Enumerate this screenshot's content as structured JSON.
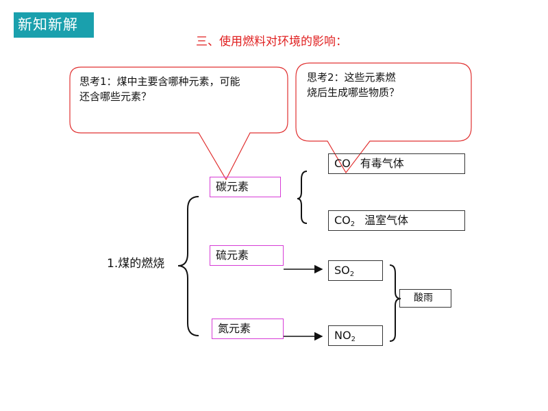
{
  "badge": {
    "text": "新知新解"
  },
  "title": {
    "text": "三、使用燃料对环境的影响："
  },
  "callouts": [
    {
      "line1": "思考1：煤中主要含哪种元素，可能",
      "line2": "还含哪些元素？"
    },
    {
      "line1": "思考2：这些元素燃",
      "line2": "烧后生成哪些物质？"
    }
  ],
  "root_label": "1.煤的燃烧",
  "elements": {
    "carbon": "碳元素",
    "sulfur": "硫元素",
    "nitrogen": "氮元素"
  },
  "products": {
    "co": {
      "formula": "CO",
      "desc": "有毒气体"
    },
    "co2": {
      "formula": "CO",
      "sub": "2",
      "desc": "温室气体"
    },
    "so2": {
      "formula": "SO",
      "sub": "2"
    },
    "no2": {
      "formula": "NO",
      "sub": "2"
    }
  },
  "result": "酸雨",
  "colors": {
    "badge_bg": "#1aa0ad",
    "title": "#e02020",
    "callout_border": "#e03030",
    "element_border": "#d63ad6"
  }
}
